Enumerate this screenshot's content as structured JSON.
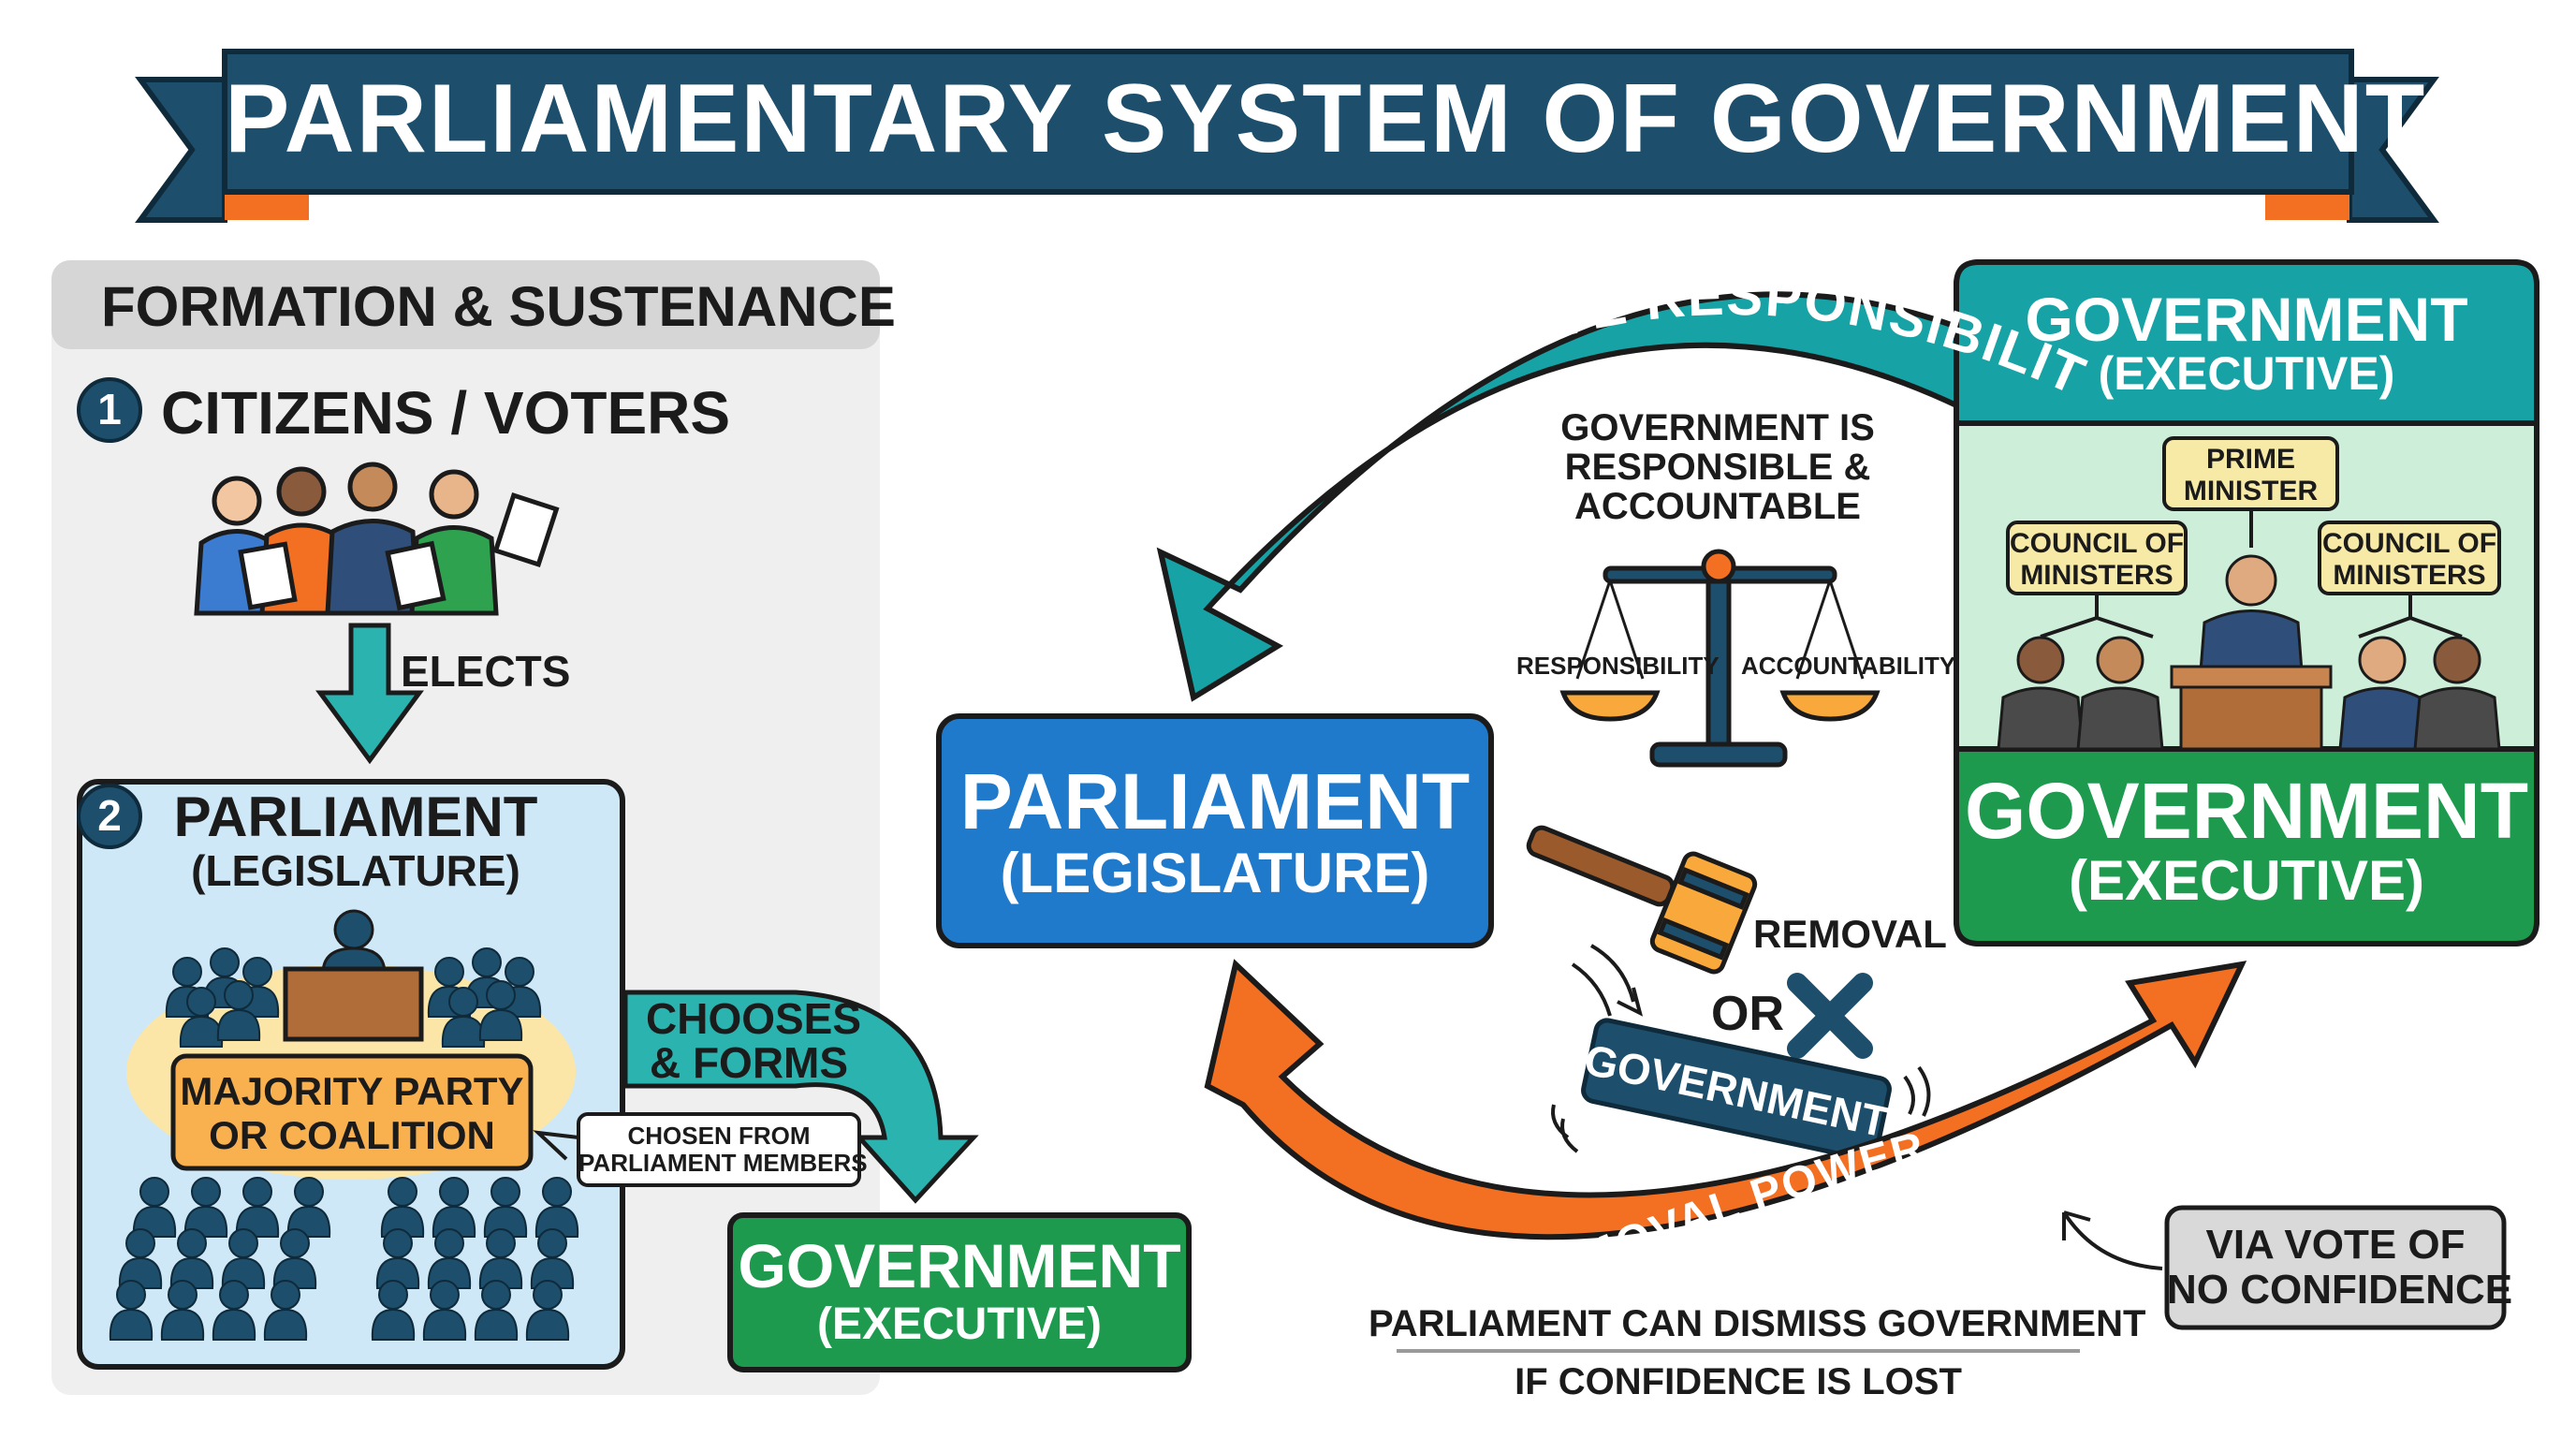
{
  "title": "PARLIAMENTARY SYSTEM OF GOVERNMENT",
  "colors": {
    "navy": "#1d4e6b",
    "teal": "#17a3a6",
    "orange": "#f36f21",
    "blue": "#1f7acb",
    "green": "#1e9a4f",
    "panel": "#efefef"
  },
  "left_panel": {
    "heading": "FORMATION & SUSTENANCE",
    "step1": {
      "number": "1",
      "label": "CITIZENS / VOTERS"
    },
    "elects": "ELECTS",
    "step2": {
      "number": "2",
      "title": "PARLIAMENT",
      "subtitle": "(LEGISLATURE)"
    },
    "majority": {
      "line1": "MAJORITY PARTY",
      "line2": "OR COALITION"
    },
    "chosen": {
      "line1": "CHOSEN FROM",
      "line2": "PARLIAMENT MEMBERS"
    },
    "chooses": {
      "line1": "CHOOSES",
      "line2": "& FORMS"
    },
    "government": {
      "title": "GOVERNMENT",
      "subtitle": "(EXECUTIVE)"
    }
  },
  "right_panel": {
    "collective": "COLLECTIVE RESPONSIBILITY",
    "accountable": {
      "line1": "GOVERNMENT IS",
      "line2": "RESPONSIBLE &",
      "line3": "ACCOUNTABLE"
    },
    "scale_left": "RESPONSIBILITY",
    "scale_right": "ACCOUNTABILITY",
    "parliament": {
      "title": "PARLIAMENT",
      "subtitle": "(LEGISLATURE)"
    },
    "gov_top": {
      "title": "GOVERNMENT",
      "subtitle": "(EXECUTIVE)"
    },
    "prime_minister": {
      "line1": "PRIME",
      "line2": "MINISTER"
    },
    "council_left": {
      "line1": "COUNCIL OF",
      "line2": "MINISTERS"
    },
    "council_right": {
      "line1": "COUNCIL OF",
      "line2": "MINISTERS"
    },
    "gov_bottom": {
      "title": "GOVERNMENT",
      "subtitle": "(EXECUTIVE)"
    },
    "removal": "REMOVAL",
    "or": "OR",
    "gov_tag": "GOVERNMENT",
    "removal_power": "REMOVAL POWER",
    "vote": {
      "line1": "VIA VOTE OF",
      "line2": "NO CONFIDENCE"
    },
    "dismiss": {
      "line1": "PARLIAMENT CAN DISMISS GOVERNMENT",
      "line2": "IF CONFIDENCE IS LOST"
    }
  }
}
